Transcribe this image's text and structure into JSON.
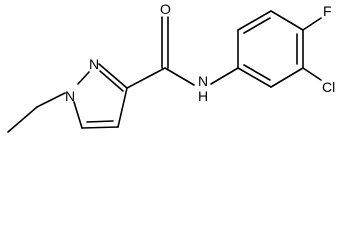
{
  "atoms": {
    "n1": "N",
    "n2": "N",
    "o": "O",
    "nh_n": "N",
    "nh_h": "H",
    "cl": "Cl",
    "f": "F"
  },
  "colors": {
    "bond": "#000000",
    "text": "#000000",
    "background": "#ffffff"
  }
}
